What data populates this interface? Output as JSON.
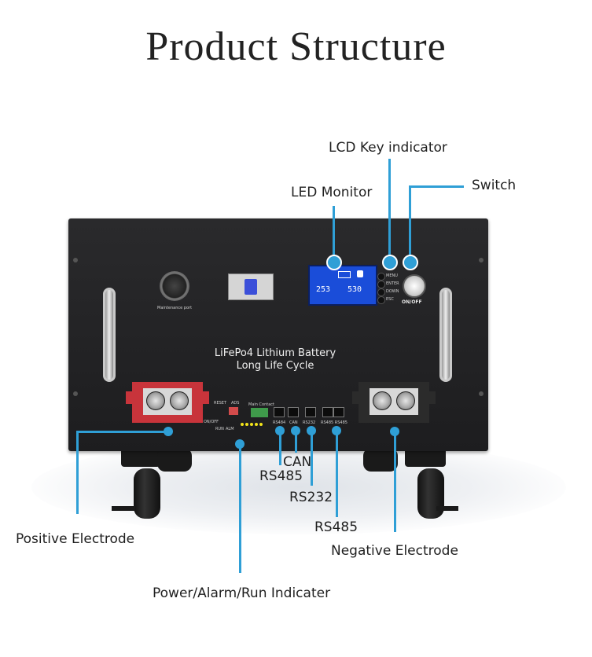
{
  "title": "Product Structure",
  "product_text": {
    "line1": "LiFePo4 Lithium Battery",
    "line2": "Long Life Cycle"
  },
  "panel_text": {
    "maintenance_port": "Maintenance port",
    "on_off": "ON/OFF",
    "reset": "RESET",
    "ads": "ADS",
    "main_contact": "Main Contact",
    "on_off_small": "ON/OFF",
    "run": "RUN",
    "alm": "ALM",
    "port_rs484": "RS484",
    "port_can": "CAN",
    "port_rs232": "RS232",
    "port_rs485": "RS485 RS485"
  },
  "lcd": {
    "left_value": "253",
    "right_value": "530"
  },
  "buttons": [
    "MENU",
    "ENTER",
    "DOWN",
    "ESC"
  ],
  "labels": {
    "lcd_key_indicator": "LCD Key indicator",
    "switch": "Switch",
    "led_monitor": "LED Monitor",
    "can": "CAN",
    "rs485_a": "RS485",
    "rs232": "RS232",
    "rs485_b": "RS485",
    "positive_electrode": "Positive Electrode",
    "negative_electrode": "Negative Electrode",
    "indicator": "Power/Alarm/Run Indicater"
  },
  "colors": {
    "callout": "#2f9fd6",
    "cabinet": "#1d1d1f",
    "lcd": "#1a4dd9",
    "positive_terminal": "#c8343b",
    "negative_terminal": "#2b2b2b"
  }
}
